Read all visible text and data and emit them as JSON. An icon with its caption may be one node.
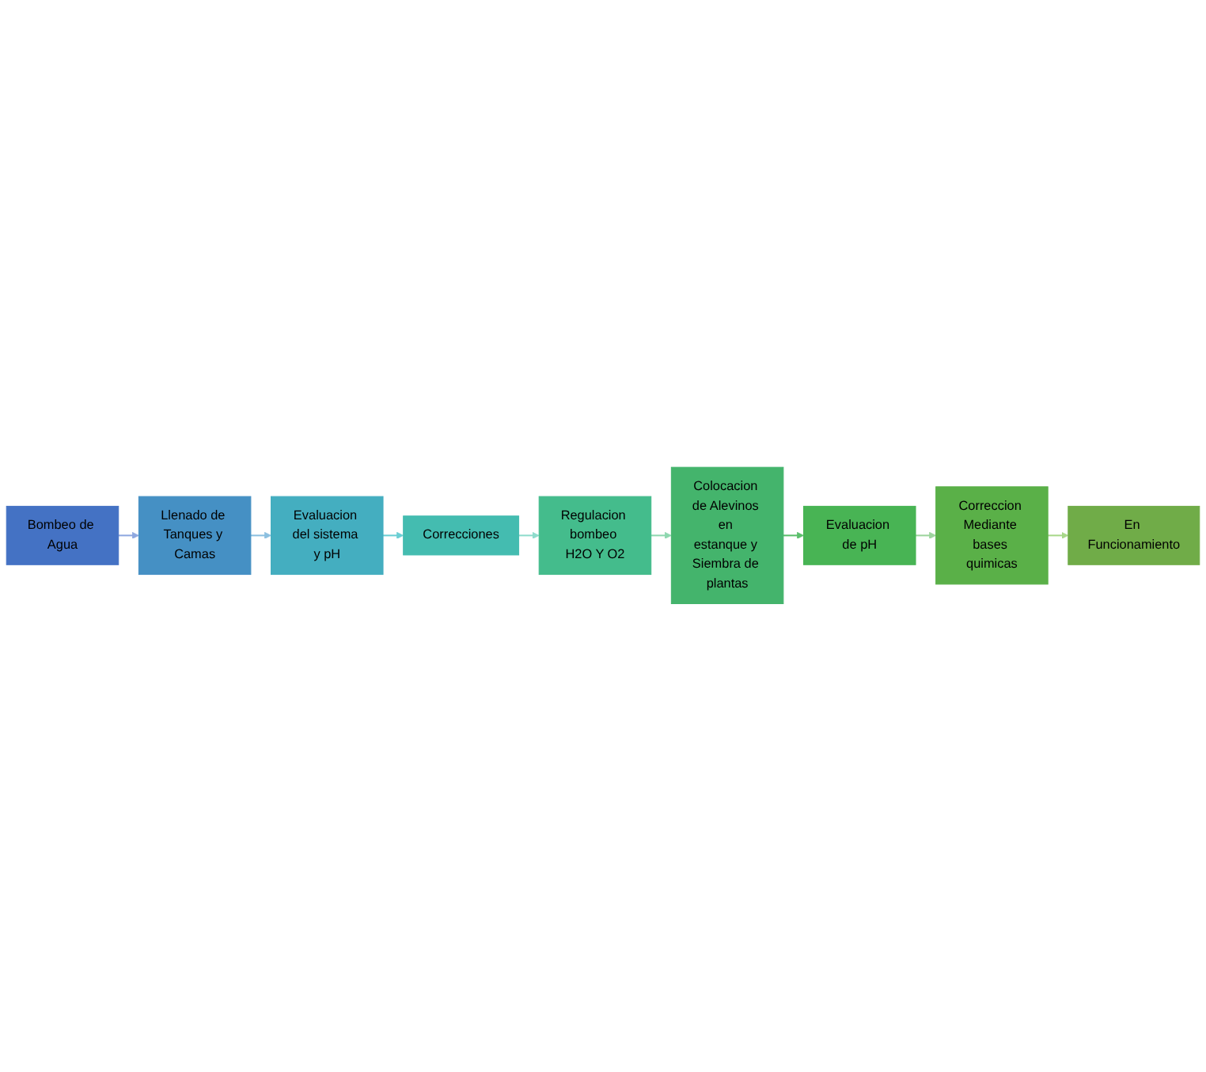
{
  "diagram": {
    "nodes": [
      {
        "text": [
          "Bombeo de Agua"
        ]
      },
      {
        "text": [
          "Llenado de Tanques y Camas"
        ]
      },
      {
        "text": [
          "Evaluacion del sistema y pH"
        ]
      },
      {
        "text": [
          "Correcciones"
        ]
      },
      {
        "text": [
          "Regulacion bombeo H2O Y O2"
        ]
      },
      {
        "text": [
          "Colocacion de Alevinos en estanque y Siembra de plantas"
        ]
      },
      {
        "text": [
          "Evaluacion de pH"
        ]
      },
      {
        "text": [
          "Correccion Mediante bases quimicas"
        ]
      },
      {
        "text": [
          "En Funcionamiento"
        ]
      }
    ],
    "edges": [
      {
        "from": 0,
        "to": 1,
        "arrow": "to",
        "color": "#8fa8e0"
      },
      {
        "from": 1,
        "to": 2,
        "arrow": "to",
        "color": "#8cc0e0"
      },
      {
        "from": 2,
        "to": 3,
        "arrow": "to",
        "color": "#6ccfd4"
      },
      {
        "from": 3,
        "to": 4,
        "arrow": "to",
        "color": "#8fdccc"
      },
      {
        "from": 4,
        "to": 5,
        "arrow": "to",
        "color": "#8fd8b0"
      },
      {
        "from": 5,
        "to": 6,
        "arrow": "to",
        "color": "#5cbf6c"
      },
      {
        "from": 6,
        "to": 7,
        "arrow": "to",
        "color": "#9ed49e"
      },
      {
        "from": 7,
        "to": 8,
        "arrow": "to",
        "color": "#a8d88a"
      }
    ]
  }
}
